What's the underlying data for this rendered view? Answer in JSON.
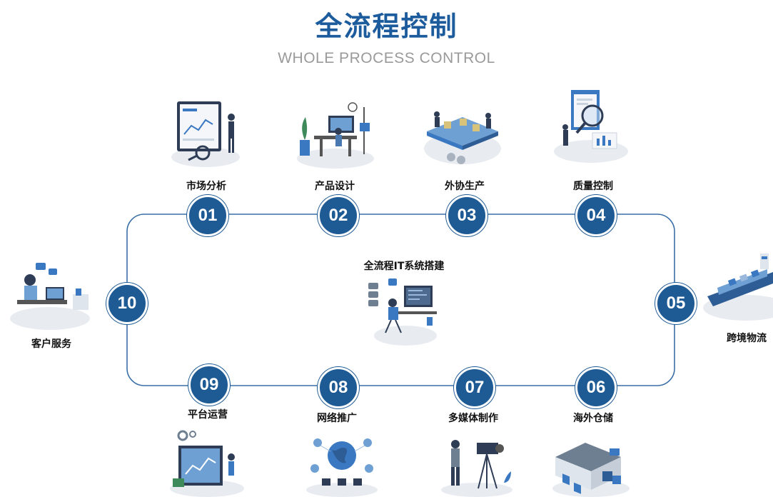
{
  "header": {
    "title": "全流程控制",
    "subtitle": "WHOLE PROCESS CONTROL"
  },
  "center": {
    "title": "全流程IT系统搭建"
  },
  "steps": [
    {
      "num": "01",
      "label": "市场分析"
    },
    {
      "num": "02",
      "label": "产品设计"
    },
    {
      "num": "03",
      "label": "外协生产"
    },
    {
      "num": "04",
      "label": "质量控制"
    },
    {
      "num": "05",
      "label": "跨境物流"
    },
    {
      "num": "06",
      "label": "海外仓储"
    },
    {
      "num": "07",
      "label": "多媒体制作"
    },
    {
      "num": "08",
      "label": "网络推广"
    },
    {
      "num": "09",
      "label": "平台运营"
    },
    {
      "num": "10",
      "label": "客户服务"
    }
  ],
  "colors": {
    "primary": "#1e5a94",
    "title": "#1c5c9c",
    "subtitle": "#9a9a9a",
    "line": "#3a6fa6"
  }
}
